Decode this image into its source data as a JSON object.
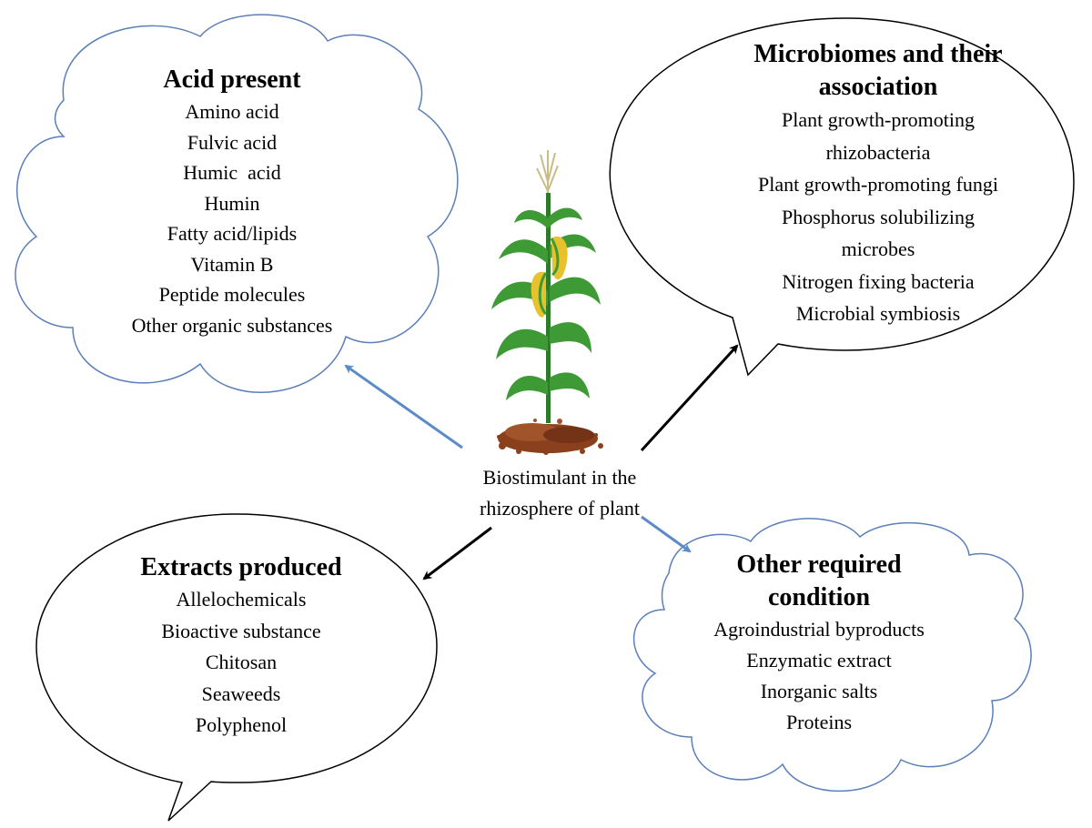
{
  "center": {
    "line1": "Biostimulant in the",
    "line2": "rhizosphere of plant"
  },
  "acid_present": {
    "title": "Acid present",
    "items": [
      "Amino acid",
      "Fulvic acid",
      "Humic  acid",
      "Humin",
      "Fatty acid/lipids",
      "Vitamin B",
      "Peptide molecules",
      "Other organic substances"
    ]
  },
  "microbiomes": {
    "title_line1": "Microbiomes and their",
    "title_line2": "association",
    "items": [
      "Plant growth-promoting",
      "rhizobacteria",
      "Plant growth-promoting fungi",
      "Phosphorus solubilizing",
      "microbes",
      "Nitrogen fixing bacteria",
      "Microbial symbiosis"
    ]
  },
  "extracts": {
    "title": "Extracts produced",
    "items": [
      "Allelochemicals",
      "Bioactive substance",
      "Chitosan",
      "Seaweeds",
      "Polyphenol"
    ]
  },
  "other_required": {
    "title_line1": "Other required",
    "title_line2": "condition",
    "items": [
      "Agroindustrial byproducts",
      "Enzymatic extract",
      "Inorganic salts",
      "Proteins"
    ]
  },
  "colors": {
    "cloud_outline": "#5b7fb8",
    "blue_arrow": "#5b8bc9",
    "black_arrow": "#000000",
    "plant_leaf": "#3e9a35",
    "plant_leaf_dark": "#2c7a2a",
    "corn_yellow": "#e7c22c",
    "soil": "#8a3f1d",
    "tassel": "#d9cfa0"
  }
}
